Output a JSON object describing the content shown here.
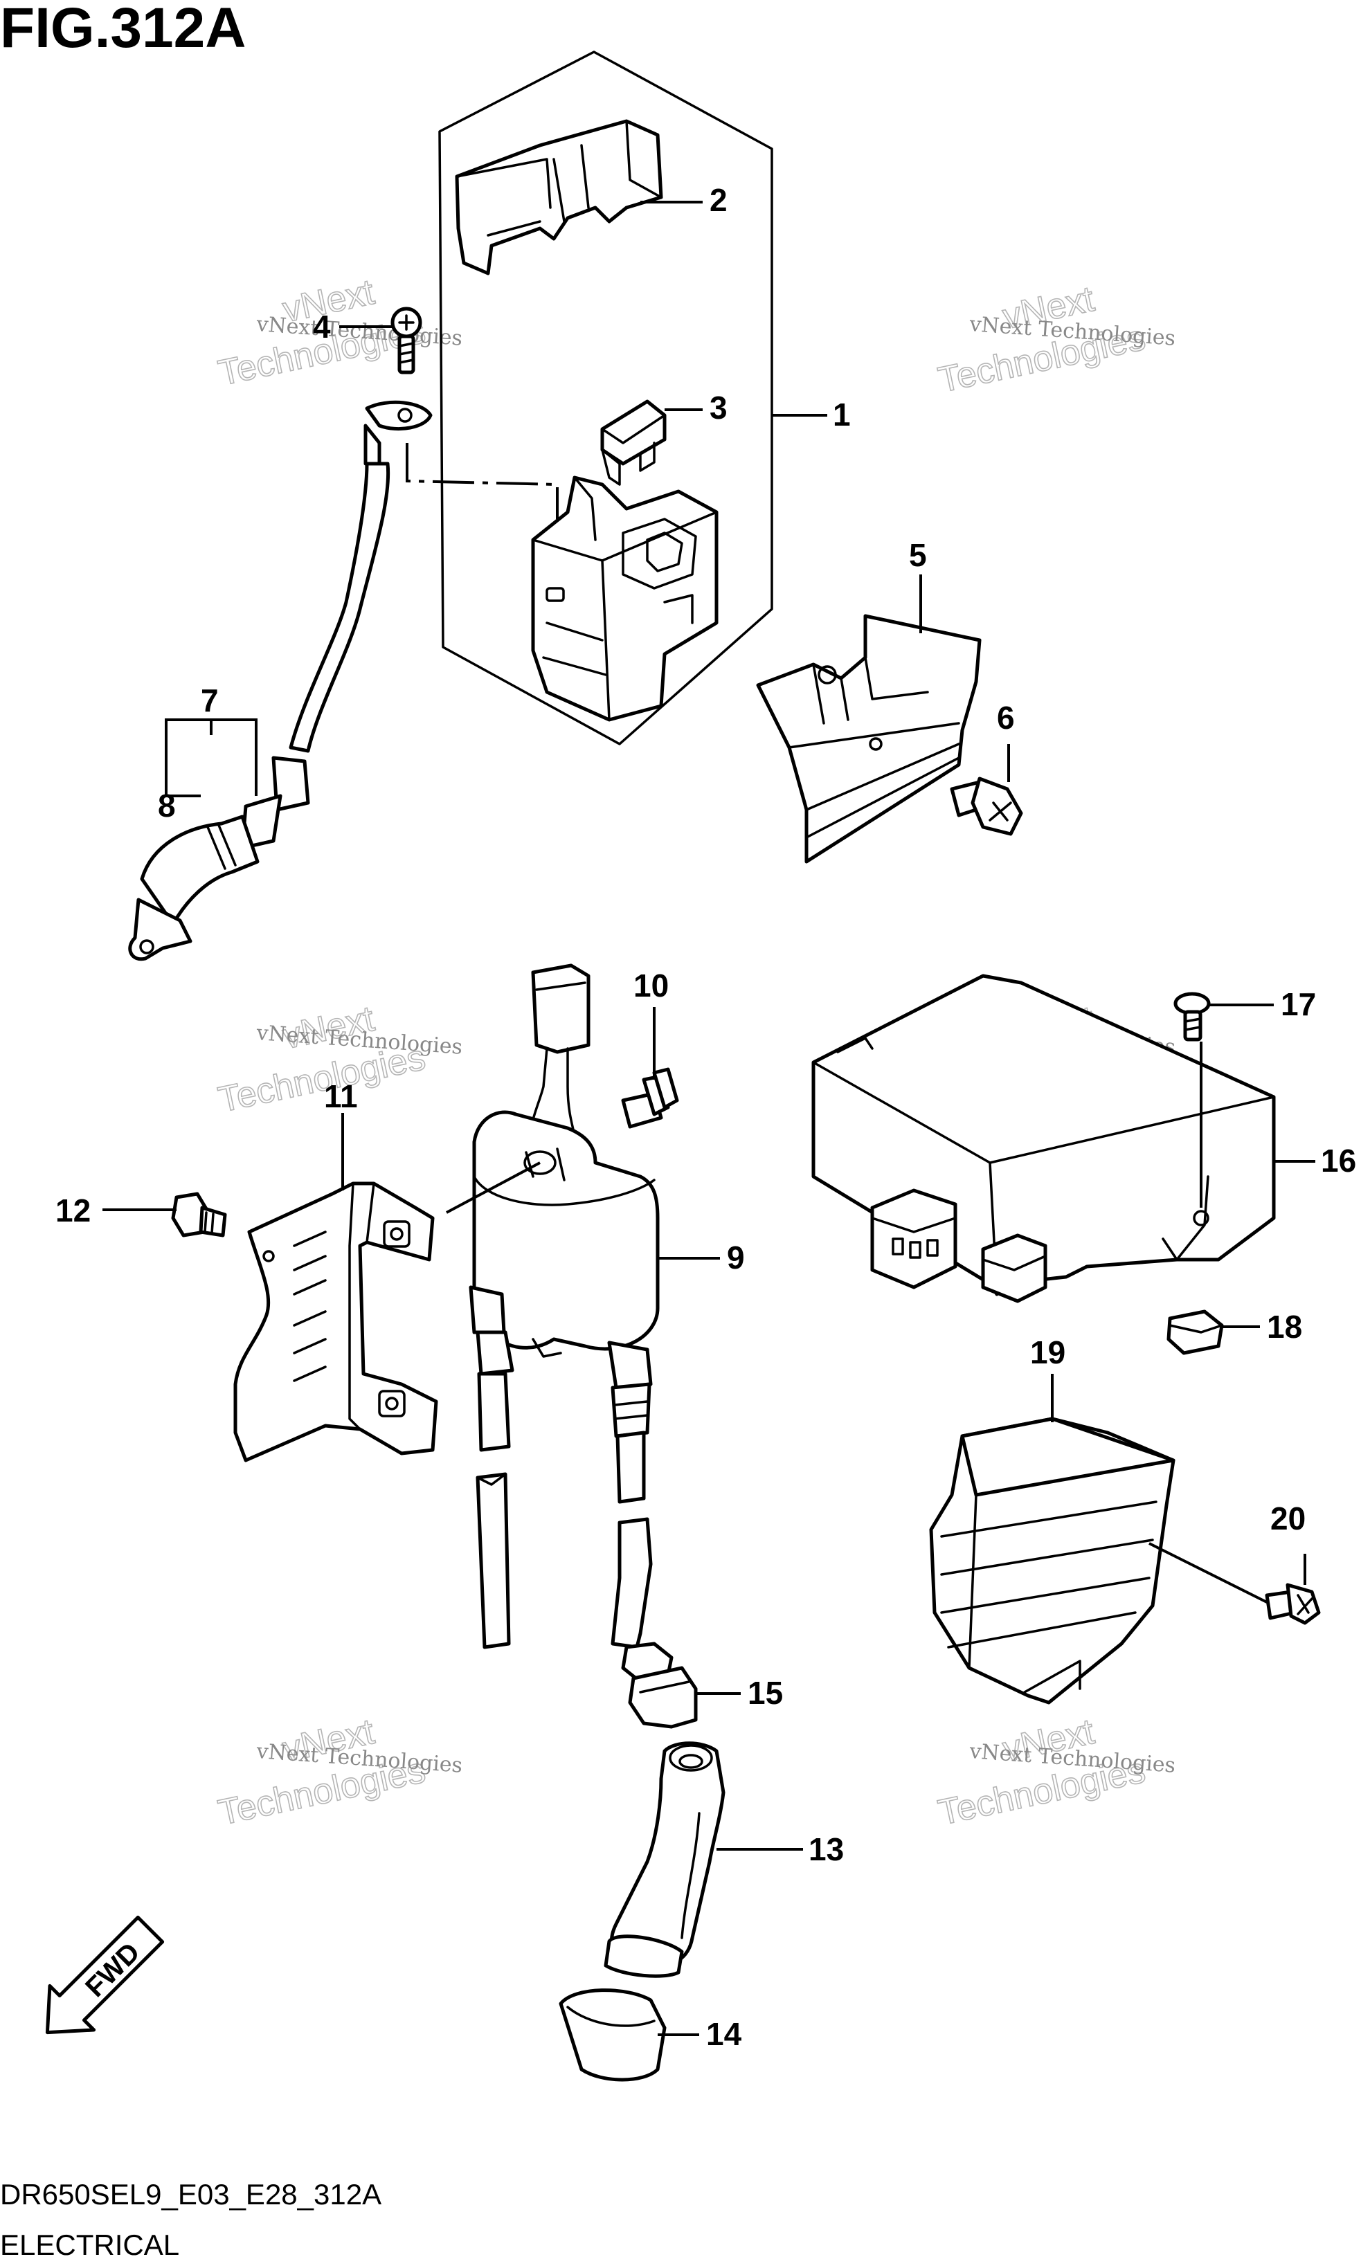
{
  "figure": {
    "title": "FIG.312A",
    "model_code": "DR650SEL9_E03_E28_312A",
    "section_name": "ELECTRICAL",
    "direction_label": "FWD"
  },
  "watermark": {
    "line1": "vNext Technologies",
    "line2": "vNext",
    "line3": "Technologies"
  },
  "callouts": [
    {
      "number": "1",
      "part": "relay-assembly"
    },
    {
      "number": "2",
      "part": "relay-cover"
    },
    {
      "number": "3",
      "part": "fuse"
    },
    {
      "number": "4",
      "part": "screw"
    },
    {
      "number": "5",
      "part": "relay-bracket"
    },
    {
      "number": "6",
      "part": "bolt"
    },
    {
      "number": "7",
      "part": "lead-wire"
    },
    {
      "number": "8",
      "part": "terminal-cover"
    },
    {
      "number": "9",
      "part": "ignition-coil"
    },
    {
      "number": "10",
      "part": "bolt"
    },
    {
      "number": "11",
      "part": "coil-bracket"
    },
    {
      "number": "12",
      "part": "bolt"
    },
    {
      "number": "13",
      "part": "plug-cap"
    },
    {
      "number": "14",
      "part": "cap-boot"
    },
    {
      "number": "15",
      "part": "seal"
    },
    {
      "number": "16",
      "part": "control-unit"
    },
    {
      "number": "17",
      "part": "screw"
    },
    {
      "number": "18",
      "part": "nut"
    },
    {
      "number": "19",
      "part": "regulator-rectifier"
    },
    {
      "number": "20",
      "part": "bolt"
    }
  ]
}
